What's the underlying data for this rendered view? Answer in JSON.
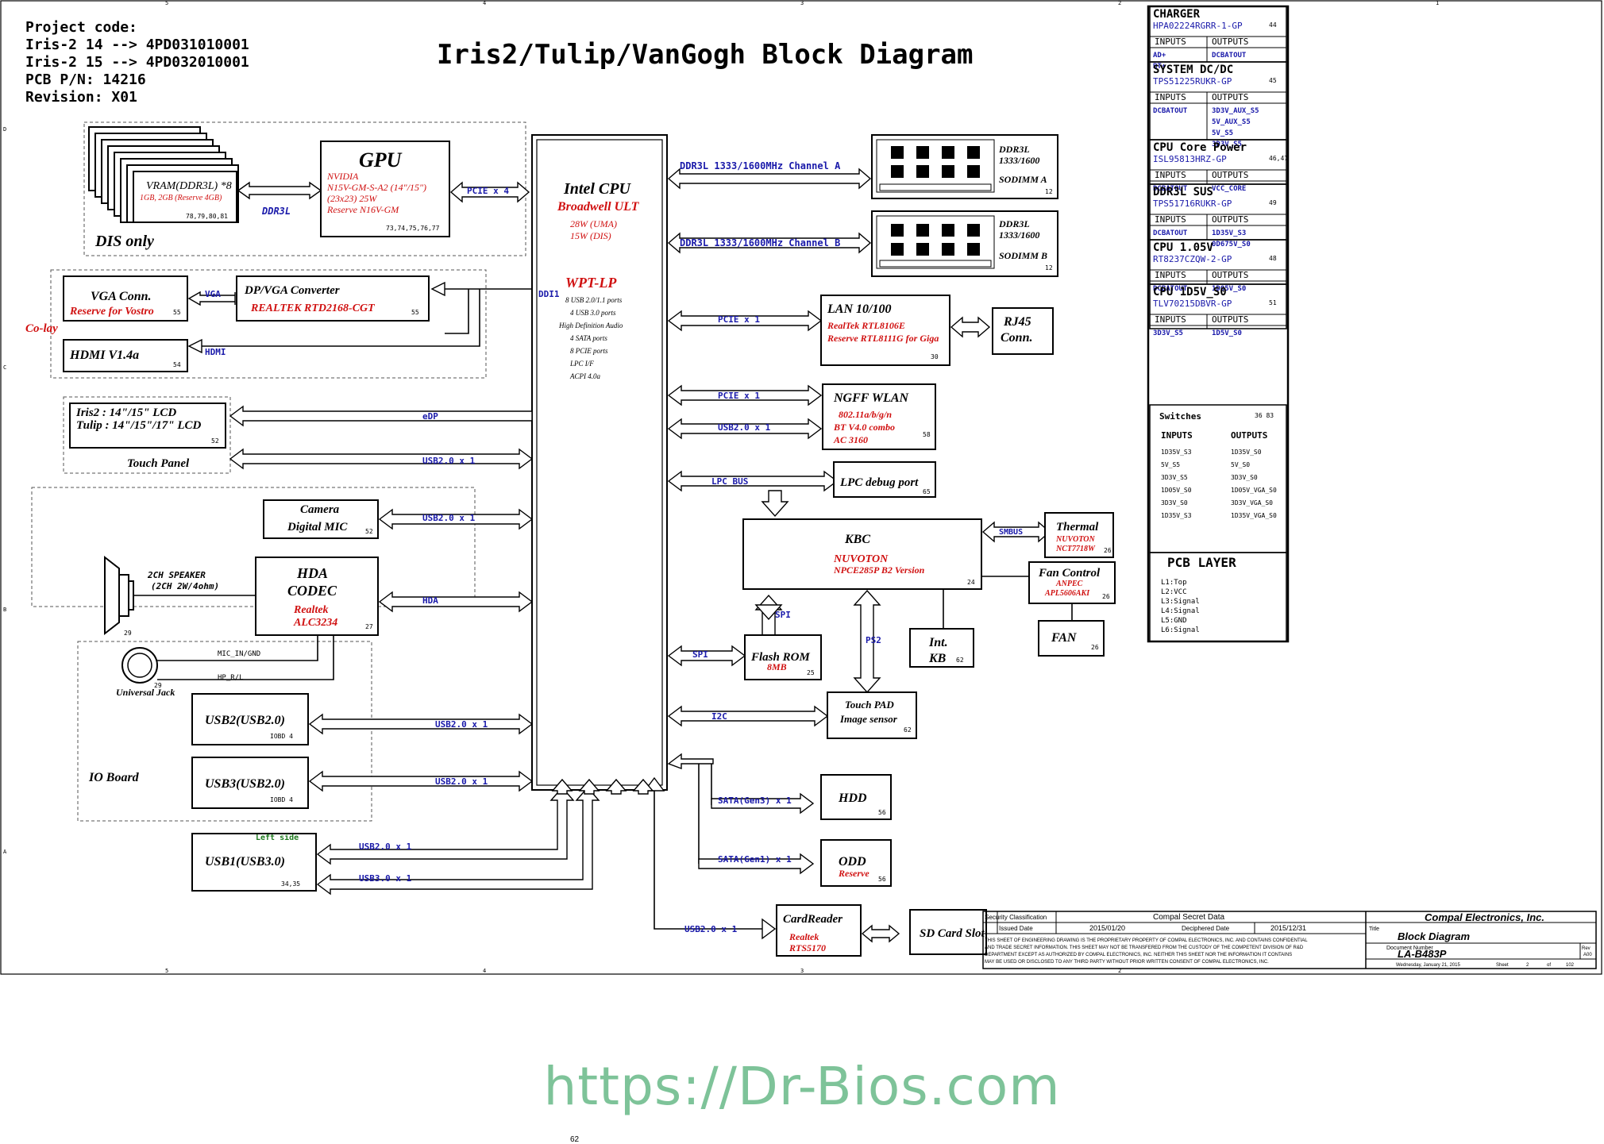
{
  "title": "Iris2/Tulip/VanGogh Block Diagram",
  "project": {
    "lines": [
      "Project code:",
      "Iris-2 14 --> 4PD031010001",
      "Iris-2 15 --> 4PD032010001",
      "PCB P/N: 14216",
      "Revision: X01"
    ]
  },
  "gpu": {
    "title": "GPU",
    "lines": [
      "NVIDIA",
      "N15V-GM-S-A2 (14\"/15\")",
      "(23x23) 25W",
      "Reserve N16V-GM"
    ],
    "pages": "73,74,75,76,77"
  },
  "vram": {
    "title": "VRAM(DDR3L) *8",
    "sub": "1GB, 2GB (Reserve 4GB)",
    "pages": "78,79,80,81",
    "bus": "DDR3L",
    "group": "DIS only"
  },
  "cpu": {
    "title": "Intel CPU",
    "sub": "Broadwell ULT",
    "power": [
      "28W (UMA)",
      "15W (DIS)"
    ],
    "pch": "WPT-LP",
    "pch_lines": [
      "8 USB 2.0/1.1 ports",
      "4 USB 3.0 ports",
      "High Definition Audio",
      "4 SATA ports",
      "8 PCIE ports",
      "LPC I/F",
      "ACPI 4.0a"
    ],
    "ddi": "DDI1"
  },
  "ddr_a": {
    "bus": "DDR3L 1333/1600MHz Channel A",
    "lines": [
      "DDR3L",
      "1333/1600",
      "SODIMM A"
    ],
    "page": "12"
  },
  "ddr_b": {
    "bus": "DDR3L 1333/1600MHz Channel B",
    "lines": [
      "DDR3L",
      "1333/1600",
      "SODIMM B"
    ],
    "page": "12"
  },
  "buses": {
    "pcie4": "PCIE x 4",
    "vga": "VGA",
    "hdmi": "HDMI",
    "edp": "eDP",
    "usb20x1_touch": "USB2.0 x 1",
    "usb20x1_cam": "USB2.0 x 1",
    "hda": "HDA",
    "mic": "MIC_IN/GND",
    "hp": "HP_R/L",
    "usb20x1_usb2": "USB2.0 x 1",
    "usb20x1_usb3": "USB2.0 x 1",
    "usb20x1_usb1": "USB2.0 x 1",
    "usb30x1_usb1": "USB3.0 x 1",
    "pcie1_lan": "PCIE x 1",
    "pcie1_wlan": "PCIE x 1",
    "usb20x1_wlan": "USB2.0 x 1",
    "lpc": "LPC BUS",
    "smbus": "SMBUS",
    "spi_kbc": "SPI",
    "ps2": "PS2",
    "spi": "SPI",
    "i2c": "I2C",
    "sata3": "SATA(Gen3) x 1",
    "sata1": "SATA(Gen1) x 1",
    "usb20x1_card": "USB2.0 x 1"
  },
  "dpvga": {
    "title": "DP/VGA Converter",
    "sub": "REALTEK RTD2168-CGT",
    "page": "55"
  },
  "vga_conn": {
    "title": "VGA Conn.",
    "sub": "Reserve for Vostro",
    "page": "55"
  },
  "hdmi_conn": {
    "title": "HDMI  V1.4a",
    "page": "54",
    "colay": "Co-lay"
  },
  "lcd": {
    "lines": [
      "Iris2 : 14\"/15\" LCD",
      "Tulip : 14\"/15\"/17\" LCD"
    ],
    "page": "52",
    "touch": "Touch Panel"
  },
  "camera": {
    "lines": [
      "Camera",
      "Digital MIC"
    ],
    "page": "52"
  },
  "codec": {
    "lines": [
      "HDA",
      "CODEC"
    ],
    "sub": [
      "Realtek",
      "ALC3234"
    ],
    "page": "27"
  },
  "speaker": {
    "lines": [
      "2CH SPEAKER",
      "(2CH 2W/4ohm)"
    ],
    "page": "29"
  },
  "jack": {
    "title": "Universal Jack",
    "page": "29"
  },
  "usb2": {
    "title": "USB2(USB2.0)",
    "page": "IOBD  4"
  },
  "usb3": {
    "title": "USB3(USB2.0)",
    "page": "IOBD  4"
  },
  "ioboard": "IO Board",
  "usb1": {
    "title": "USB1(USB3.0)",
    "page": "34,35",
    "side": "Left side"
  },
  "lan": {
    "title": "LAN 10/100",
    "lines": [
      "RealTek RTL8106E",
      "Reserve RTL8111G for Giga"
    ],
    "page": "30"
  },
  "rj45": {
    "lines": [
      "RJ45",
      "Conn."
    ]
  },
  "wlan": {
    "title": "NGFF WLAN",
    "lines": [
      "802.11a/b/g/n",
      "BT V4.0 combo",
      "AC 3160"
    ],
    "page": "58"
  },
  "lpcdbg": {
    "title": "LPC debug  port",
    "page": "65"
  },
  "kbc": {
    "title": "KBC",
    "lines": [
      "NUVOTON",
      "NPCE285P B2 Version"
    ],
    "page": "24"
  },
  "thermal": {
    "title": "Thermal",
    "lines": [
      "NUVOTON",
      "NCT7718W"
    ],
    "page": "26"
  },
  "fanctl": {
    "title": "Fan Control",
    "lines": [
      "ANPEC",
      "APL5606AKI"
    ],
    "page": "26"
  },
  "fan": {
    "title": "FAN",
    "page": "26"
  },
  "intkb": {
    "lines": [
      "Int.",
      "KB"
    ],
    "page": "62"
  },
  "flash": {
    "title": "Flash ROM",
    "sub": "8MB",
    "page": "25"
  },
  "touchpad": {
    "lines": [
      "Touch PAD",
      "Image sensor"
    ],
    "page": "62"
  },
  "hdd": {
    "title": "HDD",
    "page": "56"
  },
  "odd": {
    "title": "ODD",
    "sub": "Reserve",
    "page": "56"
  },
  "card": {
    "title": "CardReader",
    "lines": [
      "Realtek",
      "RTS5170"
    ]
  },
  "sdslot": {
    "title": "SD Card Slot"
  },
  "power_table": [
    {
      "title": "CHARGER",
      "part": "HPA02224RGRR-1-GP",
      "page": "44",
      "inputs": [
        "AD+",
        "BT+"
      ],
      "outputs": [
        "DCBATOUT"
      ]
    },
    {
      "title": "SYSTEM DC/DC",
      "part": "TPS51225RUKR-GP",
      "page": "45",
      "inputs": [
        "DCBATOUT"
      ],
      "outputs": [
        "3D3V_AUX_S5",
        "5V_AUX_S5",
        "5V_S5",
        "3D3V_S5"
      ]
    },
    {
      "title": "CPU Core Power",
      "part": "ISL95813HRZ-GP",
      "page": "46,47",
      "inputs": [
        "DCBATOUT"
      ],
      "outputs": [
        "VCC_CORE"
      ]
    },
    {
      "title": "DDR3L SUS",
      "part": "TPS51716RUKR-GP",
      "page": "49",
      "inputs": [
        "DCBATOUT"
      ],
      "outputs": [
        "1D35V_S3",
        "0D675V_S0"
      ]
    },
    {
      "title": "CPU 1.05V",
      "part": "RT8237CZQW-2-GP",
      "page": "48",
      "inputs": [
        "DCBATOUT"
      ],
      "outputs": [
        "1D05V_S0"
      ]
    },
    {
      "title": "CPU 1D5V_S0",
      "part": "TLV70215DBVR-GP",
      "page": "51",
      "inputs": [
        "3D3V_S5"
      ],
      "outputs": [
        "1D5V_S0"
      ]
    }
  ],
  "io_header": {
    "inputs": "INPUTS",
    "outputs": "OUTPUTS"
  },
  "switches": {
    "title": "Switches",
    "page": "36 83",
    "inputs": [
      "1D35V_S3",
      "5V_S5",
      "3D3V_S5",
      "1D05V_S0",
      "3D3V_S0",
      "1D35V_S3"
    ],
    "outputs": [
      "1D35V_S0",
      "5V_S0",
      "3D3V_S0",
      "1D05V_VGA_S0",
      "3D3V_VGA_S0",
      "1D35V_VGA_S0"
    ]
  },
  "pcb_layer": {
    "title": "PCB LAYER",
    "layers": [
      "L1:Top",
      "L2:VCC",
      "L3:Signal",
      "L4:Signal",
      "L5:GND",
      "L6:Signal"
    ]
  },
  "title_block": {
    "security": "Security Classification",
    "secret": "Compal Secret Data",
    "issued": "Issued Date",
    "issued_val": "2015/01/20",
    "deciphered": "Deciphered Date",
    "deciphered_val": "2015/12/31",
    "company": "Compal Electronics, Inc.",
    "title_label": "Title",
    "title": "Block Diagram",
    "doc_label": "Document Number",
    "doc": "LA-B483P",
    "rev_label": "Rev",
    "rev": "A00",
    "date": "Wednesday, January 21, 2015",
    "sheet": "Sheet",
    "sheet_no": "2",
    "of": "of",
    "sheet_total": "102",
    "notice": [
      "THIS SHEET OF ENGINEERING DRAWING IS THE PROPRIETARY PROPERTY OF COMPAL ELECTRONICS, INC. AND CONTAINS CONFIDENTIAL",
      "AND TRADE SECRET INFORMATION. THIS SHEET MAY NOT BE TRANSFERED FROM THE CUSTODY OF THE COMPETENT DIVISION OF R&D",
      "DEPARTMENT EXCEPT AS AUTHORIZED BY COMPAL ELECTRONICS, INC. NEITHER THIS SHEET NOR THE INFORMATION IT CONTAINS",
      "MAY BE USED OR DISCLOSED TO ANY THIRD PARTY WITHOUT PRIOR WRITTEN CONSENT OF COMPAL ELECTRONICS, INC."
    ]
  },
  "border_marks": {
    "top": [
      "5",
      "4",
      "3",
      "2",
      "1"
    ],
    "side": [
      "D",
      "C",
      "B",
      "A"
    ]
  },
  "watermark": "https://Dr-Bios.com",
  "footer_number": "62",
  "colors": {
    "red": "#d01010",
    "blue": "#1a1aaa",
    "green": "#1f7a1f",
    "watermark": "#7ec399"
  }
}
